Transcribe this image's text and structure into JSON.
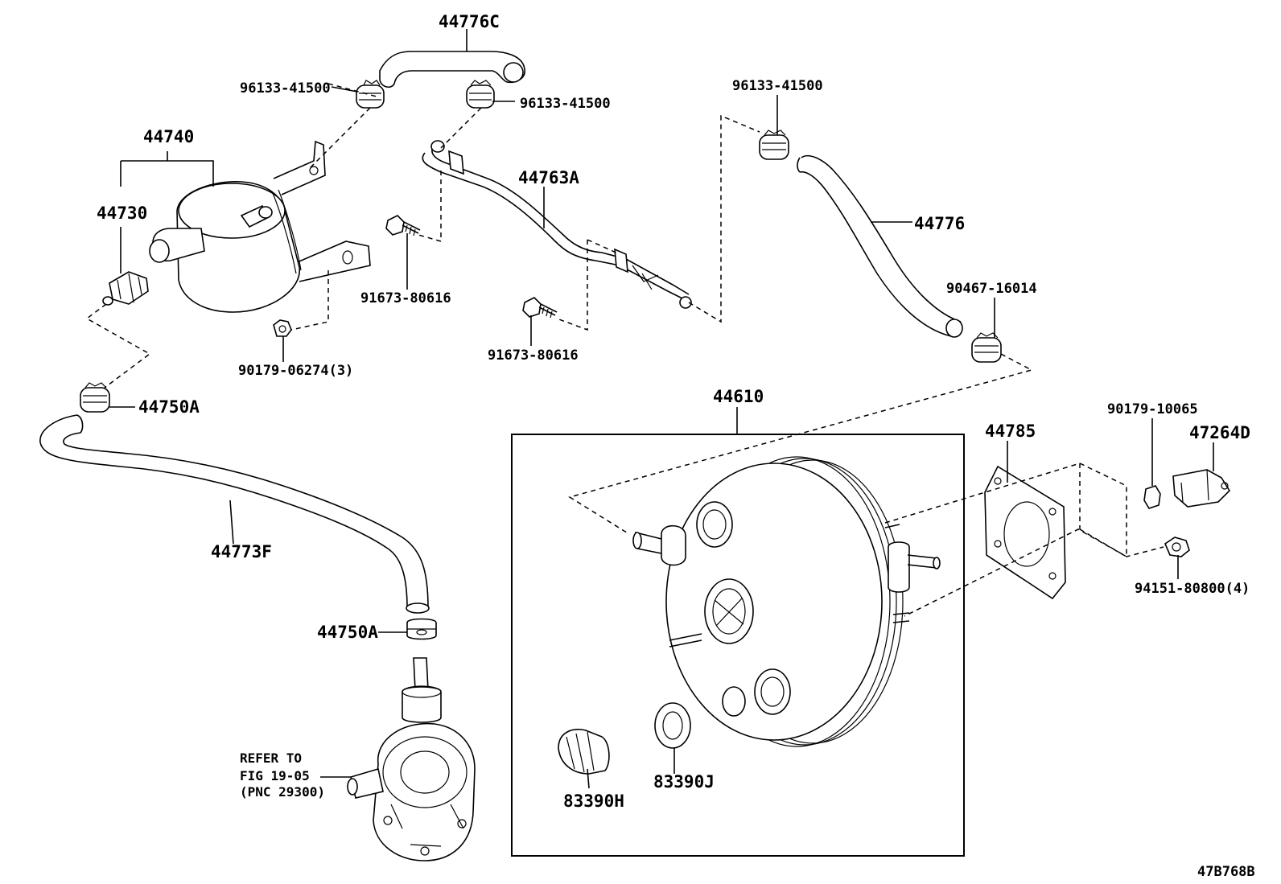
{
  "labels": {
    "p44776c": "44776C",
    "p96133_a": "96133-41500",
    "p96133_b": "96133-41500",
    "p96133_c": "96133-41500",
    "p44740": "44740",
    "p44730": "44730",
    "p44763a": "44763A",
    "p44776": "44776",
    "p90467": "90467-16014",
    "p91673_a": "91673-80616",
    "p91673_b": "91673-80616",
    "p90179_06274": "90179-06274(3)",
    "p44750a_a": "44750A",
    "p44773f": "44773F",
    "p44750a_b": "44750A",
    "p44610": "44610",
    "p44785": "44785",
    "p90179_10065": "90179-10065",
    "p47264d": "47264D",
    "p94151": "94151-80800(4)",
    "p83390h": "83390H",
    "p83390j": "83390J",
    "refer_line1": "REFER TO",
    "refer_line2": "FIG 19-05",
    "refer_line3": "(PNC 29300)",
    "diagram_code": "47B768B"
  }
}
